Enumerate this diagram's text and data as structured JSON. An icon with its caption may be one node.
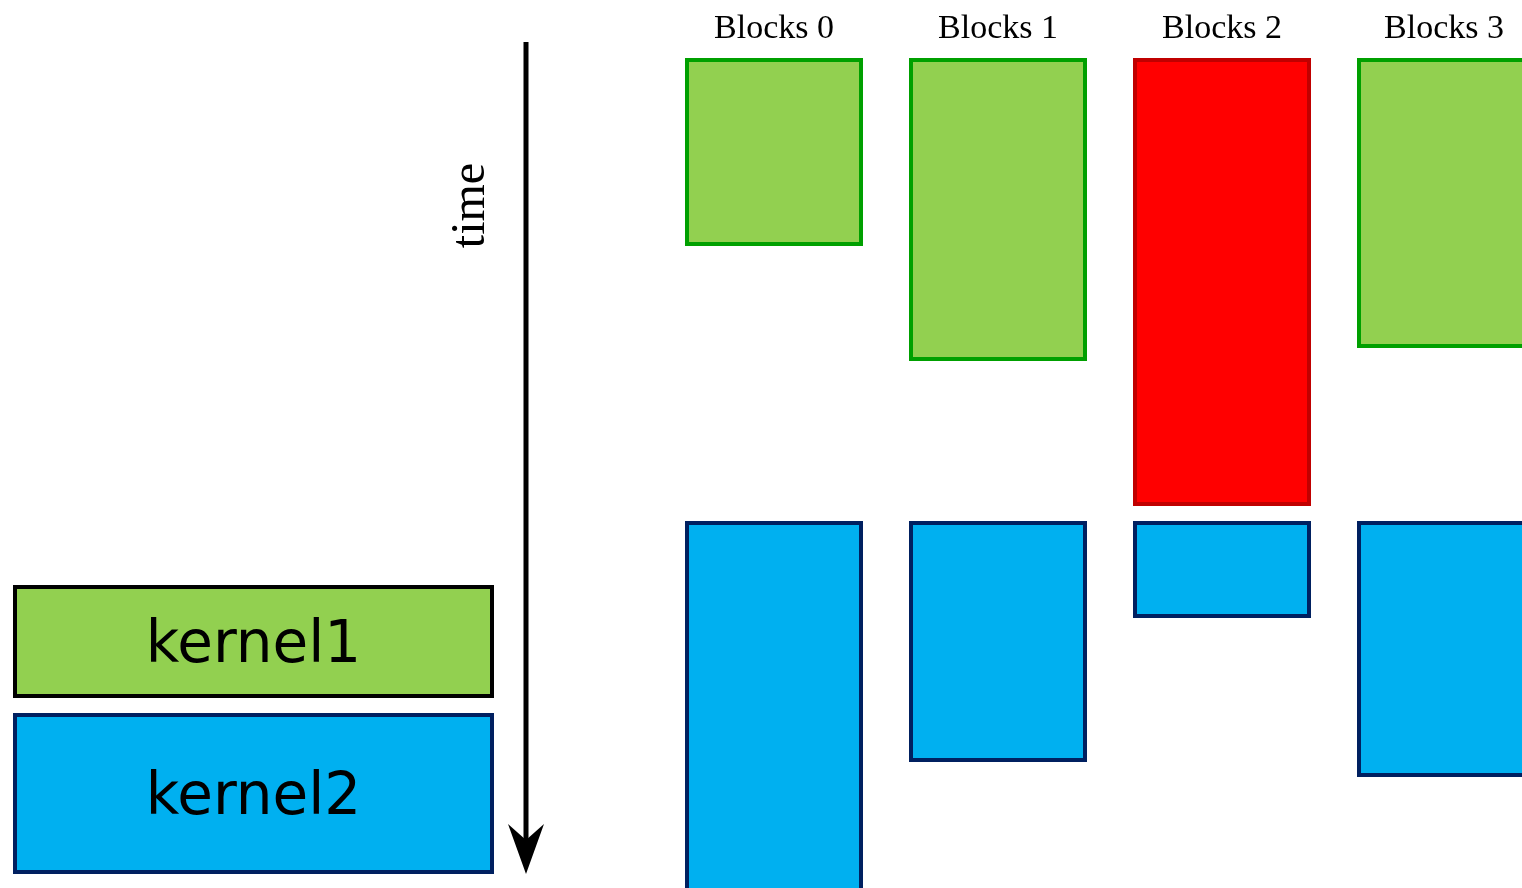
{
  "diagram": {
    "nodes": [
      {
        "text": [],
        "shape": "bar"
      },
      {
        "text": [],
        "shape": "bar"
      },
      {
        "text": [],
        "shape": "bar"
      },
      {
        "text": [],
        "shape": "bar"
      },
      {
        "text": [],
        "shape": "bar"
      },
      {
        "text": [],
        "shape": "bar"
      },
      {
        "text": [],
        "shape": "bar"
      },
      {
        "text": [],
        "shape": "bar"
      }
    ],
    "labels": [
      "Blocks 0",
      "Blocks 1",
      "Blocks 2",
      "Blocks 3",
      "time"
    ],
    "legend": [
      {
        "text": "kernel1",
        "color": "#92d050"
      },
      {
        "text": "kernel2",
        "color": "#00b0f0"
      }
    ]
  }
}
